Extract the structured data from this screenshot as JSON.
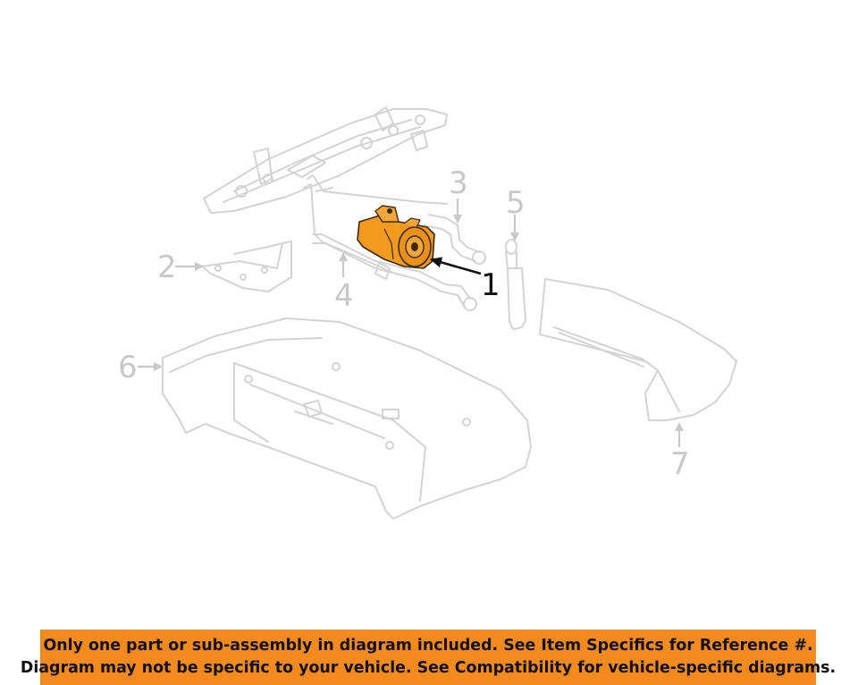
{
  "diagram": {
    "callouts": [
      "1",
      "2",
      "3",
      "4",
      "5",
      "6",
      "7"
    ],
    "highlight_color": "#f29a1e",
    "ghost_color": "#d3d3d3"
  },
  "banner": {
    "line1": "Only one part or sub-assembly in diagram included. See Item Specifics for Reference #.",
    "line2": "Diagram may not be specific to your vehicle. See Compatibility for vehicle-specific diagrams.",
    "background": "#f28a1e"
  }
}
